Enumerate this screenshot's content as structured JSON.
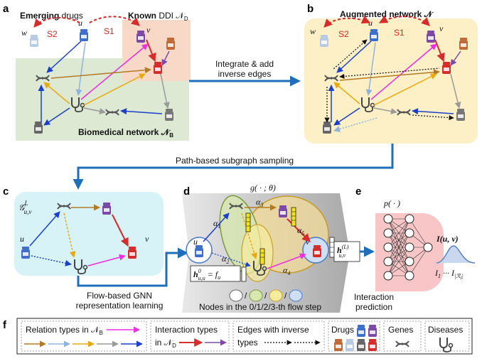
{
  "panels": {
    "a": {
      "letter": "a",
      "emerging_bold": "Emerging",
      "emerging_rest": " drugs",
      "known_bold": "Known",
      "known_rest": " DDI 𝒩",
      "known_sub": "D",
      "node_w": "w",
      "node_u": "u",
      "node_v": "v",
      "s1": "S1",
      "s2": "S2",
      "biomed": "Biomedical network 𝒩",
      "biomed_sub": "B"
    },
    "b": {
      "letter": "b",
      "title": "Augmented network 𝒩",
      "node_w": "w",
      "node_u": "u",
      "node_v": "v",
      "s1": "S1",
      "s2": "S2"
    },
    "c": {
      "letter": "c",
      "subgraph": "𝒢",
      "subgraph_sub": "u,v",
      "subgraph_sup": "L",
      "node_u": "u",
      "node_v": "v"
    },
    "d": {
      "letter": "d",
      "g_label": "g( · ; θ)",
      "a1": "α",
      "a1s": "1",
      "a2": "α",
      "a2s": "2",
      "a3": "α",
      "a3s": "3",
      "a4": "α",
      "a4s": "4",
      "a5": "α",
      "a5s": "5",
      "node_u": "u",
      "node_v": "v",
      "h0": "h",
      "h0_sup": "0",
      "h0_sub": "u,u",
      "h0_eq": " = f",
      "h0_eq_sub": "u",
      "hl": "h",
      "hl_sup": "(L)",
      "hl_sub": "u,v",
      "flow_caption": "Nodes in the 0/1/2/3-th flow step"
    },
    "e": {
      "letter": "e",
      "p_label": "p( · )",
      "i_label": "I(u, v)",
      "i_range": "I",
      "i_range_mid": "1",
      "i_range_dots": " ··· I",
      "i_range_end": "|ℛ",
      "i_range_end2": "I",
      "i_range_close": "|"
    },
    "f": {
      "letter": "f",
      "rel_label": "Relation types in 𝒩",
      "rel_sub": "B",
      "int_label1": "Interaction types",
      "int_label2": "in 𝒩",
      "int_sub": "D",
      "inv_label1": "Edges with inverse",
      "inv_label2": "types",
      "drugs": "Drugs",
      "genes": "Genes",
      "diseases": "Diseases"
    }
  },
  "connectors": {
    "integrate": "Integrate & add",
    "inverse": "inverse edges",
    "sampling": "Path-based subgraph sampling",
    "gnn1": "Flow-based GNN",
    "gnn2": "representation learning",
    "pred1": "Interaction",
    "pred2": "prediction"
  },
  "colors": {
    "emerging_bg": "#dde9d2",
    "ddi_bg": "#f8d9c8",
    "augmented_bg": "#fdf0c6",
    "subgraph_bg": "#d7f3f8",
    "gnn_bg": "#c4c4c4",
    "predict_bg": "#f8c6c6",
    "arrow_blue": "#1c6fb8",
    "drug_blue": "#3f6fc9",
    "drug_red": "#d72c2c",
    "drug_purple": "#7c4aa6",
    "drug_orange": "#c06a38",
    "rel_brown": "#b37a26",
    "rel_lightblue": "#8fb3dd",
    "rel_yellow": "#e8a910",
    "rel_gray": "#9a9a9a",
    "rel_blue": "#1a3fcc",
    "rel_magenta": "#ee2ee0",
    "s_red": "#dd2222"
  }
}
